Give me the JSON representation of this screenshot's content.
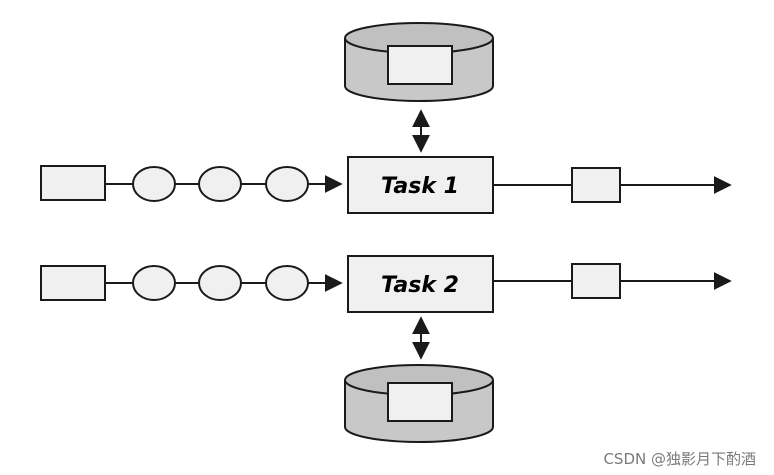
{
  "tasks": [
    {
      "label": "Task 1",
      "queue_count": 3,
      "state_position": "above"
    },
    {
      "label": "Task 2",
      "queue_count": 3,
      "state_position": "below"
    }
  ],
  "colors": {
    "stroke": "#1a1a1a",
    "box_fill": "#f0f0f0",
    "drum_fill": "#c8c8c8",
    "drum_top_fill": "#c0c0c0",
    "background": "#ffffff"
  },
  "watermark": "CSDN @独影月下酌酒"
}
